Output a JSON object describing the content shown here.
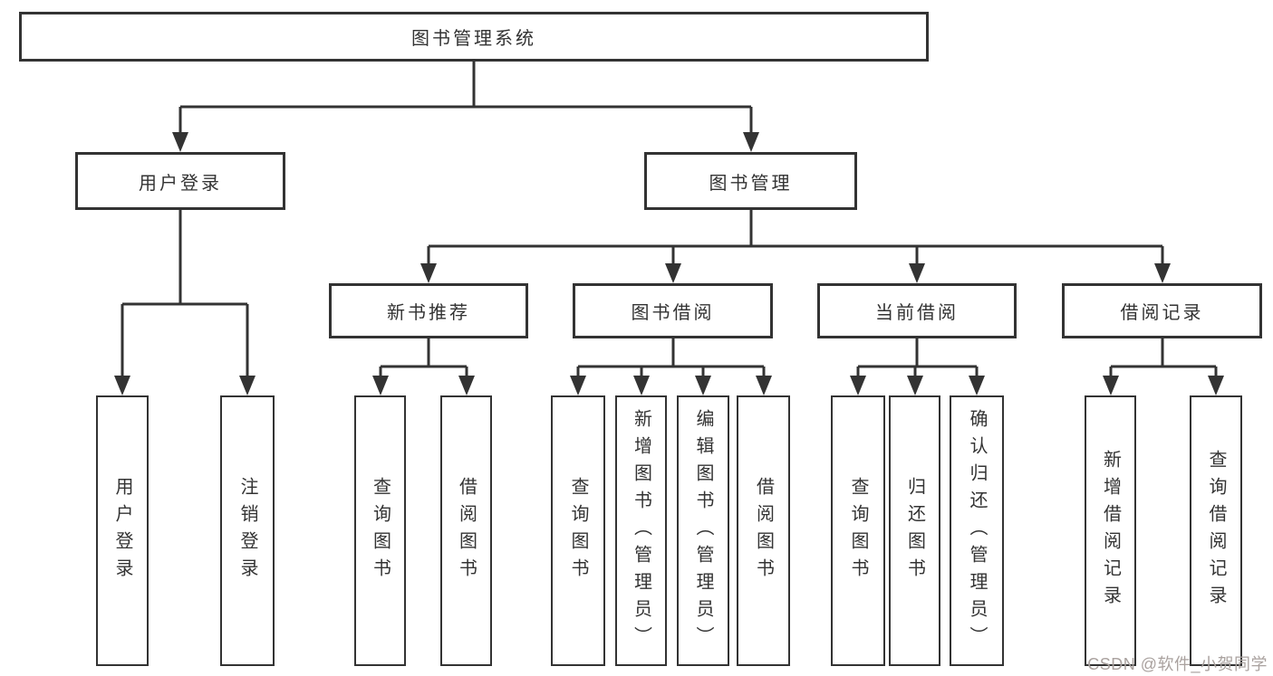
{
  "colors": {
    "line": "#333333",
    "box_border": "#333333",
    "text": "#333333",
    "background": "#ffffff",
    "watermark": "#aaa29f"
  },
  "tree": {
    "root": {
      "label": "图书管理系统"
    },
    "children": [
      {
        "label": "用户登录",
        "children": [
          {
            "label": "用户登录"
          },
          {
            "label": "注销登录"
          }
        ]
      },
      {
        "label": "图书管理",
        "children": [
          {
            "label": "新书推荐",
            "children": [
              {
                "label": "查询图书"
              },
              {
                "label": "借阅图书"
              }
            ]
          },
          {
            "label": "图书借阅",
            "children": [
              {
                "label": "查询图书"
              },
              {
                "label": "新增图书（管理员）"
              },
              {
                "label": "编辑图书（管理员）"
              },
              {
                "label": "借阅图书"
              }
            ]
          },
          {
            "label": "当前借阅",
            "children": [
              {
                "label": "查询图书"
              },
              {
                "label": "归还图书"
              },
              {
                "label": "确认归还（管理员）"
              }
            ]
          },
          {
            "label": "借阅记录",
            "children": [
              {
                "label": "新增借阅记录"
              },
              {
                "label": "查询借阅记录"
              }
            ]
          }
        ]
      }
    ]
  },
  "watermark": {
    "text": "CSDN @软件_小贺同学"
  }
}
